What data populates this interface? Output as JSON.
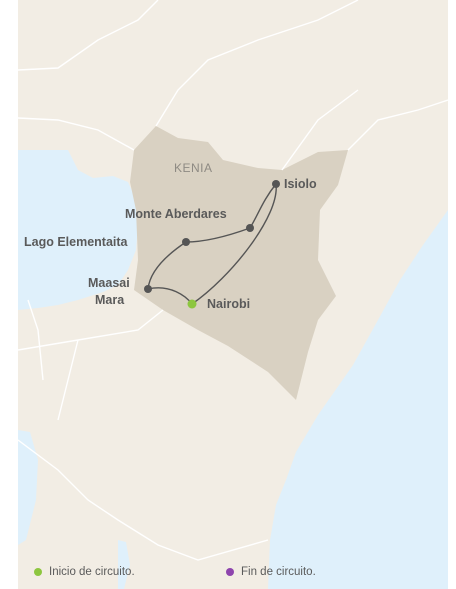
{
  "map": {
    "country_label": "KENIA",
    "cities": [
      {
        "id": "isiolo",
        "name": "Isiolo"
      },
      {
        "id": "aberdares",
        "name": "Monte Aberdares"
      },
      {
        "id": "elementaita",
        "name": "Lago Elementaita"
      },
      {
        "id": "maasai_line1",
        "name": "Maasai"
      },
      {
        "id": "maasai_line2",
        "name": "Mara"
      },
      {
        "id": "nairobi",
        "name": "Nairobi"
      }
    ],
    "colors": {
      "land": "#f2ede4",
      "water": "#dff0fb",
      "highlight_country": "#d9d1c2",
      "borders": "#ffffff",
      "route": "#555555",
      "stop": "#555555",
      "start": "#8dc63f",
      "end": "#8e44ad"
    }
  },
  "legend": {
    "start_label": "Inicio de circuito.",
    "end_label": "Fin de circuito."
  }
}
